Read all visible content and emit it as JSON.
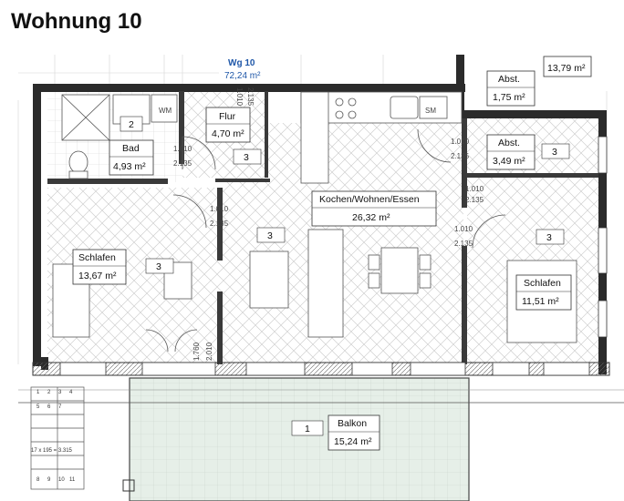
{
  "title": "Wohnung 10",
  "apartment": {
    "label": "Wg 10",
    "area": "72,24 m²"
  },
  "rooms": [
    {
      "name": "Bad",
      "area": "4,93 m²",
      "code": "2"
    },
    {
      "name": "Flur",
      "area": "4,70 m²",
      "code": "3"
    },
    {
      "name": "Kochen/Wohnen/Essen",
      "area": "26,32 m²",
      "code": "3"
    },
    {
      "name": "Schlafen",
      "area": "13,67 m²",
      "code": "3"
    },
    {
      "name": "Abst.",
      "area": "1,75 m²"
    },
    {
      "name": "Abst.",
      "area": "3,49 m²",
      "code": "3"
    },
    {
      "name": "Schlafen",
      "area": "11,51 m²",
      "code": "3"
    },
    {
      "name": "Balkon",
      "area": "15,24 m²",
      "code": "1"
    }
  ],
  "neighbor_area": "13,79 m²",
  "fixtures": {
    "washer": "WM",
    "fridge": "SM"
  },
  "door_dims": [
    {
      "w": "1.010",
      "h": "2.135"
    },
    {
      "w": "1.010",
      "h": "2.135"
    },
    {
      "w": "1.010",
      "h": "2.135"
    },
    {
      "w": "1.010",
      "h": "2.135"
    },
    {
      "w": "1.010",
      "h": "2.135"
    },
    {
      "w": "1.010",
      "h": "2.135"
    },
    {
      "w": "1.760",
      "h": "2.010"
    }
  ],
  "stair": {
    "label": "17 x 195 = 3.315",
    "numbers": [
      "1",
      "2",
      "3",
      "4",
      "5",
      "6",
      "7",
      "8",
      "9",
      "10",
      "11"
    ]
  }
}
